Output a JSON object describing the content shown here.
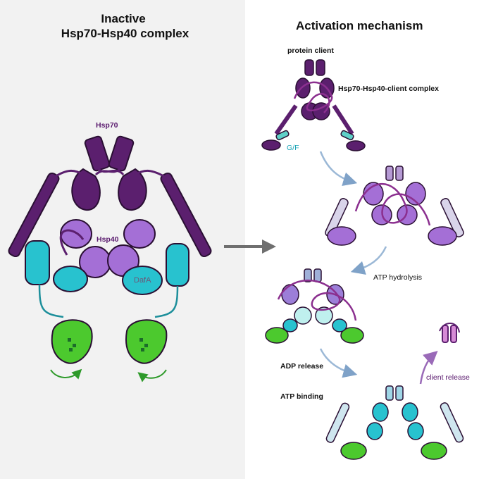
{
  "left_panel": {
    "title_line1": "Inactive",
    "title_line2": "Hsp70-Hsp40 complex",
    "label_hsp70": "Hsp70",
    "label_hsp40": "Hsp40",
    "label_dafa": "DafA"
  },
  "right_panel": {
    "title": "Activation mechanism",
    "label_protein_client": "protein client",
    "label_complex": "Hsp70-Hsp40-client complex",
    "label_gf": "G/F",
    "label_atp_hydrolysis": "ATP hydrolysis",
    "label_adp_release": "ADP release",
    "label_atp_binding": "ATP binding",
    "label_client_release": "client release"
  },
  "colors": {
    "hsp70_purple": "#5b1f6e",
    "hsp40_light_purple": "#a46fd6",
    "teal": "#28c2cf",
    "green": "#4cc92e",
    "arrow_blue": "#9bb8d6",
    "arrow_gray": "#6f6f6f"
  }
}
